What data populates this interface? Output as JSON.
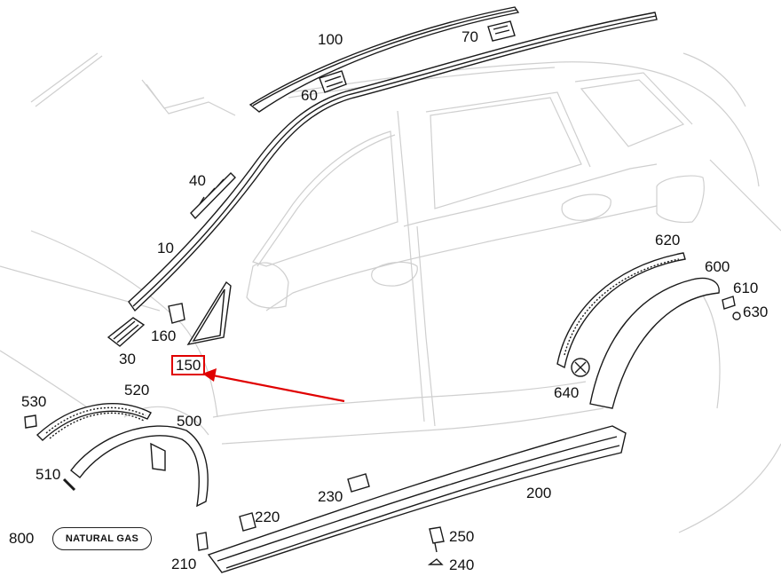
{
  "callouts": {
    "p10": "10",
    "p30": "30",
    "p40": "40",
    "p60": "60",
    "p70": "70",
    "p100": "100",
    "p150": "150",
    "p160": "160",
    "p200": "200",
    "p210": "210",
    "p220": "220",
    "p230": "230",
    "p240": "240",
    "p250": "250",
    "p500": "500",
    "p510": "510",
    "p520": "520",
    "p530": "530",
    "p600": "600",
    "p610": "610",
    "p620": "620",
    "p630": "630",
    "p640": "640",
    "p800": "800"
  },
  "badge_text": "NATURAL GAS",
  "highlight": {
    "color": "#e00000",
    "target_part": "150"
  }
}
